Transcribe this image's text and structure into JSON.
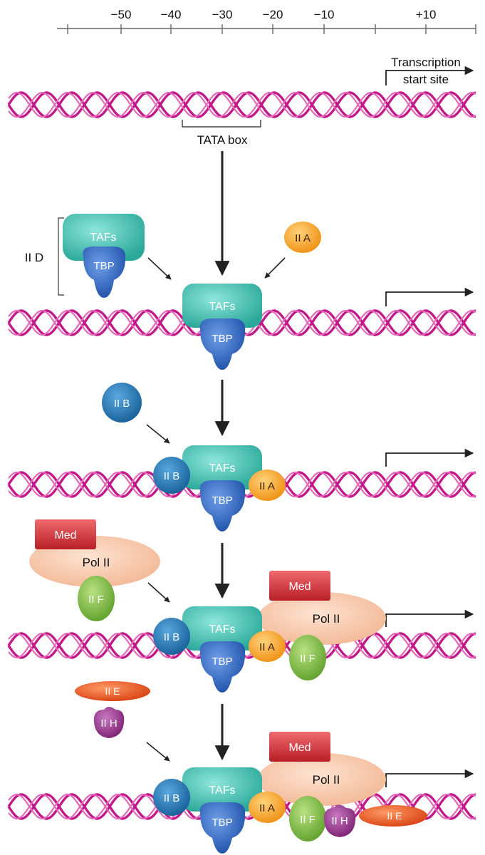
{
  "scale": {
    "ticks": [
      "−50",
      "−40",
      "−30",
      "−20",
      "−10",
      "+10"
    ]
  },
  "labels": {
    "transcription_start_line1": "Transcription",
    "transcription_start_line2": "start site",
    "tata_box": "TATA box",
    "iid": "II D"
  },
  "factors": {
    "tafs": "TAFs",
    "tbp": "TBP",
    "iia": "II A",
    "iib": "II B",
    "iif": "II F",
    "iie": "II E",
    "iih": "II H",
    "med": "Med",
    "pol2": "Pol II"
  },
  "colors": {
    "dna": "#c2188a",
    "tafs": "#3fbfb0",
    "tbp": "#2a63c4",
    "iia": "#f5a21e",
    "iib": "#1e78b8",
    "iif": "#7fbf3f",
    "iie": "#ec5a1e",
    "iih": "#9a2f8c",
    "med": "#d8323a",
    "pol2": "#f7c6a8"
  }
}
